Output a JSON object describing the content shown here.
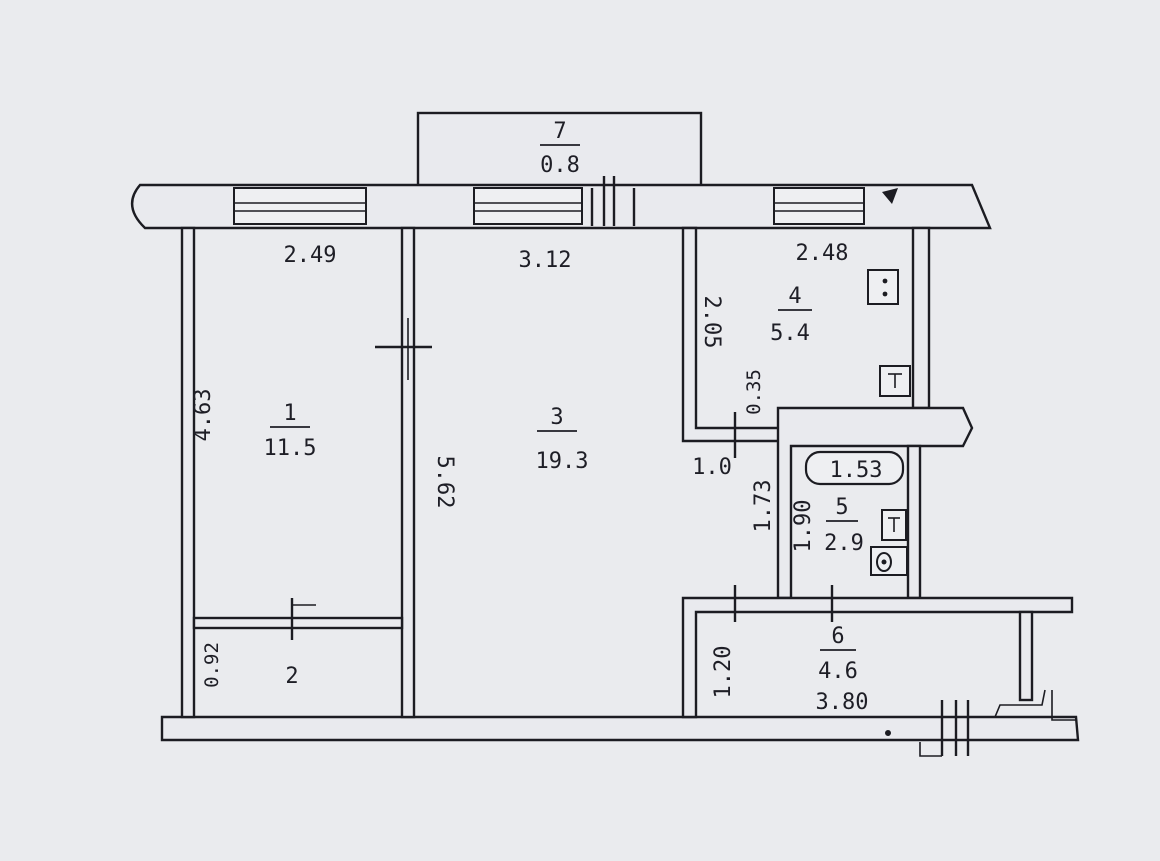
{
  "rooms": [
    {
      "id": "room-1",
      "number": "1",
      "area": "11.5"
    },
    {
      "id": "room-2",
      "number": "2",
      "area": ""
    },
    {
      "id": "room-3",
      "number": "3",
      "area": "19.3"
    },
    {
      "id": "room-4",
      "number": "4",
      "area": "5.4"
    },
    {
      "id": "room-5",
      "number": "5",
      "area": "2.9"
    },
    {
      "id": "room-6",
      "number": "6",
      "area": "4.6"
    },
    {
      "id": "room-7",
      "number": "7",
      "area": "0.8"
    }
  ],
  "dimensions": {
    "room1_width": "2.49",
    "room3_width": "3.12",
    "room4_width": "2.48",
    "room1_length": "4.63",
    "room3_length": "5.62",
    "room4_length": "2.05",
    "room2_length": "0.92",
    "wall_offset": "0.35",
    "passage": "1.0",
    "corridor_length": "1.73",
    "room5_length": "1.90",
    "bathtub": "1.53",
    "room6_length": "1.20",
    "room6_width": "3.80"
  }
}
